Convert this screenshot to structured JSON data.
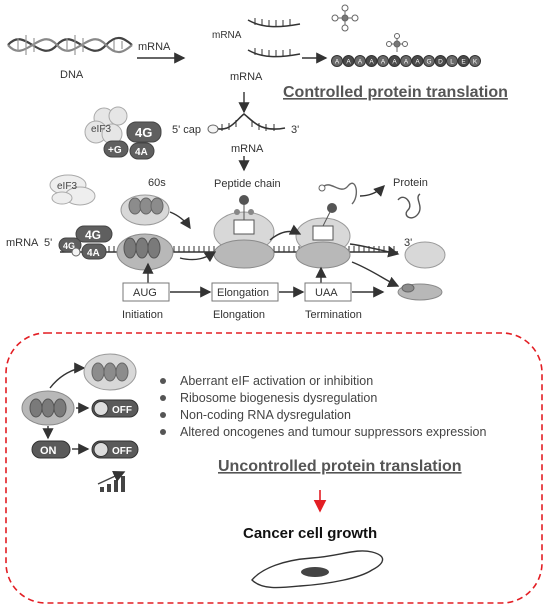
{
  "top": {
    "dna": "DNA",
    "mrna_arrow": "mRNA",
    "mrna_small": "mRNA",
    "mrna": "mRNA",
    "controlled_title": "Controlled protein translation",
    "five_cap": "5' cap",
    "three_prime": "3'",
    "mrna_under_cap": "mRNA"
  },
  "factors": {
    "eif3": "eIF3",
    "g4": "4G",
    "plus_g": "+G",
    "a4": "4A",
    "eif3_b": "eIF3",
    "s60": "60s",
    "mrna_label": "mRNA",
    "five": "5'",
    "g4_b": "4G",
    "g4_small": "4G",
    "a4_b": "4A",
    "peptide_chain": "Peptide chain",
    "protein": "Protein",
    "three_end": "3'"
  },
  "peptide_beads": [
    "A",
    "A",
    "A",
    "A",
    "A",
    "A",
    "A",
    "A",
    "G",
    "D",
    "L",
    "E",
    "K"
  ],
  "steps": {
    "aug": "AUG",
    "elongation_box": "Elongation",
    "uaa": "UAA",
    "initiation": "Initiation",
    "elongation": "Elongation",
    "termination": "Termination"
  },
  "bottom": {
    "off1": "OFF",
    "on": "ON",
    "off2": "OFF",
    "bullets": [
      "Aberrant eIF activation or inhibition",
      "Ribosome biogenesis dysregulation",
      "Non-coding RNA dysregulation",
      "Altered oncogenes and tumour suppressors expression"
    ],
    "uncontrolled_title": "Uncontrolled protein translation",
    "cancer": "Cancer cell growth"
  },
  "colors": {
    "accent_red": "#e31e24",
    "dark_grey": "#5f5f5f"
  }
}
